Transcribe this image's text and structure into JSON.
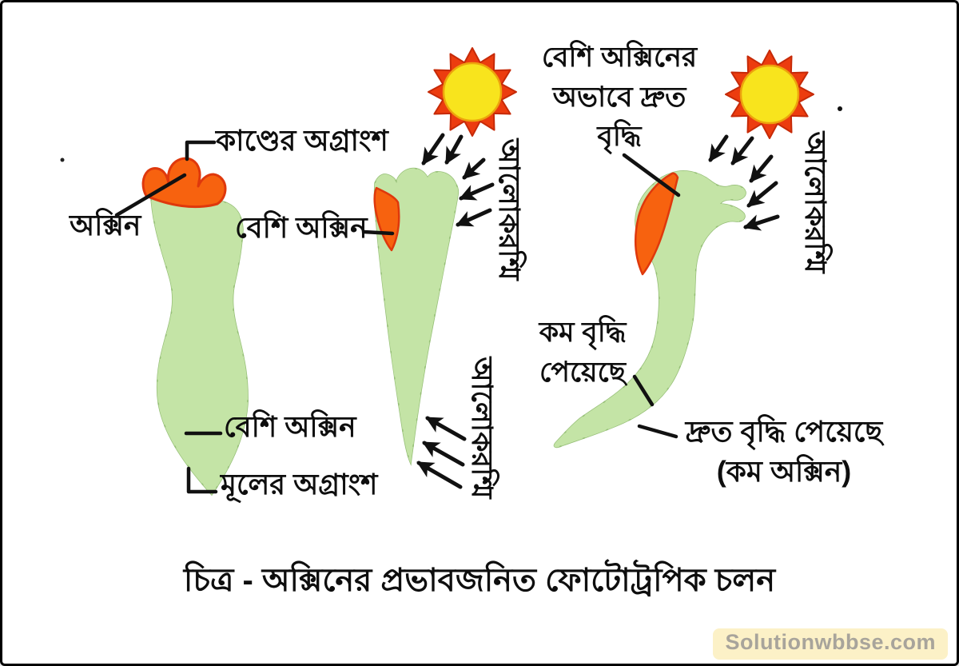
{
  "colors": {
    "seedling_green": "#c4e4a6",
    "seedling_edge": "#96bf77",
    "auxin_orange": "#f7620f",
    "outline_red": "#df380c",
    "sun_yellow": "#f8e41d",
    "sun_circle_stroke": "#eda30d",
    "sun_ray": "#ec3c0f",
    "sun_ray_dark": "#c62a08",
    "ink": "#111111",
    "watermark_bg": "#fcf1c7",
    "watermark_text": "#a8a49b"
  },
  "panel_left": {
    "shoot_tip": "কাণ্ডের অগ্রাংশ",
    "auxin": "অক্সিন",
    "more_auxin_upper": "বেশি অক্সিন",
    "more_auxin_lower": "বেশি অক্সিন",
    "root_tip": "মূলের অগ্রাংশ"
  },
  "panel_middle": {
    "light_rays_upper": "আলোকরশ্মি",
    "light_rays_lower": "আলোকরশ্মি"
  },
  "panel_right": {
    "light_rays": "আলোকরশ্মি",
    "lack_line1": "বেশি অক্সিনের",
    "lack_line2": "অভাবে দ্রুত",
    "lack_line3": "বৃদ্ধি",
    "less_growth_line1": "কম বৃদ্ধি",
    "less_growth_line2": "পেয়েছে",
    "fast_growth_line1": "দ্রুত বৃদ্ধি পেয়েছে",
    "fast_growth_line2": "(কম অক্সিন)"
  },
  "caption": "চিত্র - অক্সিনের প্রভাবজনিত ফোটোট্রপিক চলন",
  "watermark": "Solutionwbbse.com"
}
